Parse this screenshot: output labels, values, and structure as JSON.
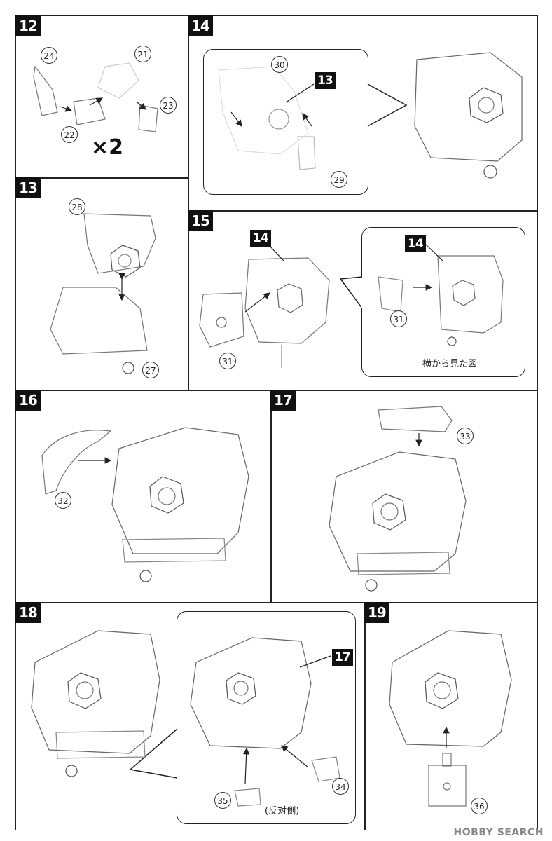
{
  "steps": {
    "s12": {
      "label": "12",
      "parts": {
        "p24": "24",
        "p21": "21",
        "p22": "22",
        "p23": "23"
      },
      "multiplier": "×2"
    },
    "s13": {
      "label": "13",
      "parts": {
        "p28": "28",
        "p27": "27"
      }
    },
    "s14": {
      "label": "14",
      "callout": "13",
      "parts": {
        "p30": "30",
        "p29": "29"
      }
    },
    "s15": {
      "label": "15",
      "callout_main": "14",
      "callout_side": "14",
      "parts": {
        "p31a": "31",
        "p31b": "31"
      },
      "side_view_caption": "横から見た図"
    },
    "s16": {
      "label": "16",
      "parts": {
        "p32": "32"
      }
    },
    "s17": {
      "label": "17",
      "parts": {
        "p33": "33"
      }
    },
    "s18": {
      "label": "18",
      "callout": "17",
      "parts": {
        "p35": "35",
        "p34": "34"
      },
      "note": "(反対側)"
    },
    "s19": {
      "label": "19",
      "parts": {
        "p36": "36"
      }
    }
  },
  "watermark": "HOBBY SEARCH"
}
